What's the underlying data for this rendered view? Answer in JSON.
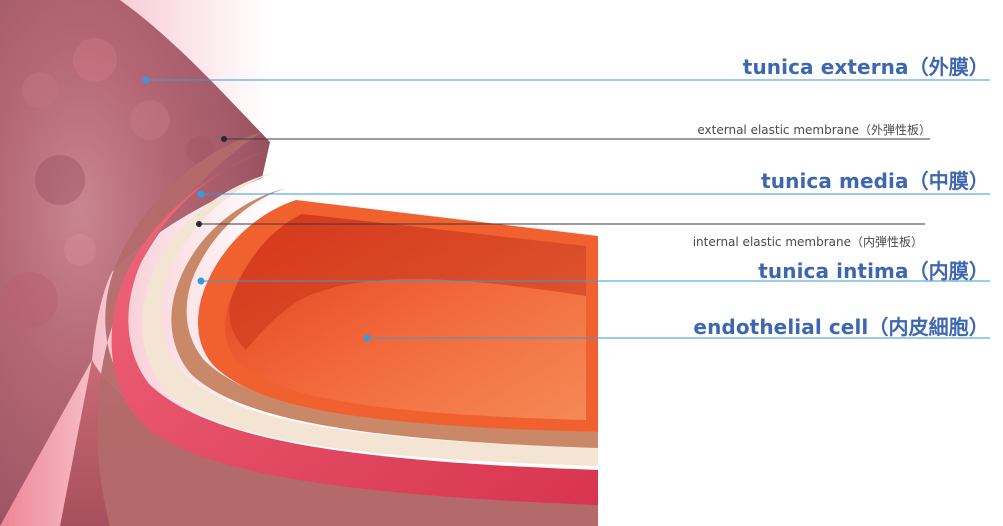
{
  "labels": {
    "tunica_externa": "tunica externa（外膜）",
    "external_elastic_membrane": "external elastic membrane（外弾性板）",
    "tunica_media": "tunica media（中膜）",
    "internal_elastic_membrane": "internal elastic membrane（内弾性板）",
    "tunica_intima": "tunica intima（内膜）",
    "endothelial_cell": "endothelial cell（内皮細胞）"
  },
  "colors": {
    "major_label": "#3f67b0",
    "minor_label": "#4a4a4a",
    "leader_line_major": "#3a9ad9",
    "leader_line_minor": "#3a3a3a",
    "adventitia": "#b9747f",
    "media": "#e03b56",
    "elastic_lamina": "#f2e3d3",
    "intima": "#c9856a",
    "endothelium": "#f05a2a"
  }
}
